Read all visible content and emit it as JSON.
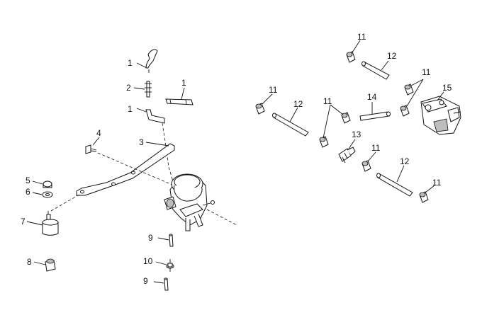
{
  "diagram": {
    "callouts": {
      "c1a": "1",
      "c1b": "1",
      "c1c": "1",
      "c2": "2",
      "c3": "3",
      "c4": "4",
      "c5": "5",
      "c6": "6",
      "c7": "7",
      "c8": "8",
      "c9a": "9",
      "c9b": "9",
      "c10": "10",
      "c11a": "11",
      "c11b": "11",
      "c11c": "11",
      "c11d": "11",
      "c11e": "11",
      "c11f": "11",
      "c12a": "12",
      "c12b": "12",
      "c12c": "12",
      "c13": "13",
      "c14": "14",
      "c15": "15"
    }
  }
}
